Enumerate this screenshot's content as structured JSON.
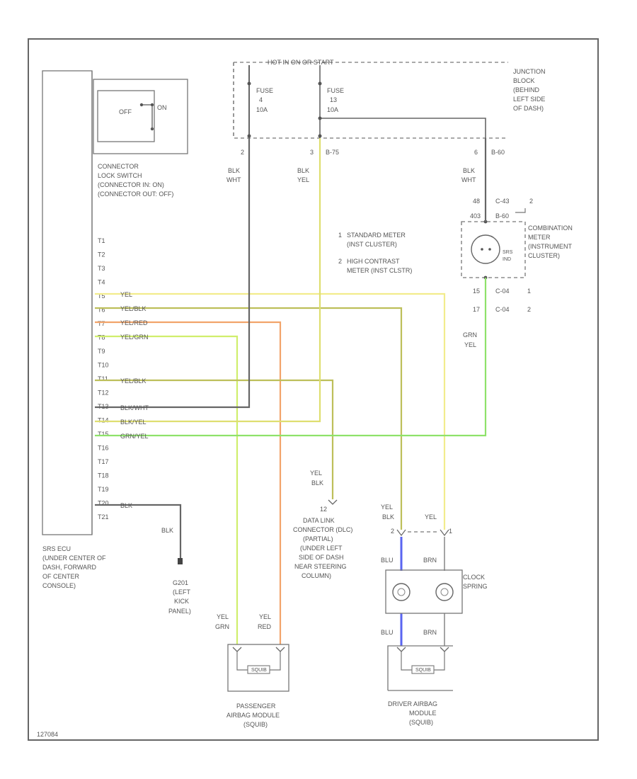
{
  "colors": {
    "yel": "#f2ec8c",
    "yel_blk": "#bdbf5a",
    "yel_red": "#f2a46a",
    "yel_grn": "#d0ee6c",
    "blk_yel": "#dede70",
    "grn_yel": "#8ee26a",
    "blu": "#5a64f0",
    "blk": "#666666"
  },
  "power_source_label": "HOT IN ON OR START",
  "junction_block_label": [
    "JUNCTION",
    "BLOCK",
    "(BEHIND",
    "LEFT SIDE",
    "OF DASH)"
  ],
  "fuse_left": [
    "FUSE",
    "4",
    "10A"
  ],
  "fuse_right": [
    "FUSE",
    "13",
    "10A"
  ],
  "lock_switch": {
    "off_label": "OFF",
    "on_label": "ON",
    "caption": [
      "CONNECTOR",
      "LOCK SWITCH",
      "(CONNECTOR IN: ON)",
      "(CONNECTOR OUT: OFF)"
    ]
  },
  "pins_top": {
    "p1": "2",
    "p2": "3",
    "p2_conn": "B-75",
    "p3": "6",
    "p3_conn": "B-60"
  },
  "wire_labels": {
    "left_a": "BLK",
    "left_b": "WHT",
    "mid_a": "BLK",
    "mid_b": "YEL",
    "right_a": "BLK",
    "right_b": "WHT",
    "grn_a": "GRN",
    "grn_b": "YEL",
    "dlc_a": "YEL",
    "dlc_b": "BLK",
    "ground_wire": "BLK"
  },
  "legend": {
    "l1_num": "1",
    "l1a": "STANDARD METER",
    "l1b": "(INST CLUSTER)",
    "l2_num": "2",
    "l2a": "HIGH CONTRAST",
    "l2b": "METER (INST CLSTR)"
  },
  "meter": {
    "pin_top1": "48",
    "conn_top1": "C-43",
    "ref_top1": "2",
    "pin_top2": "403",
    "conn_top2": "B-60",
    "lamp_line1": "SRS",
    "lamp_line2": "IND",
    "label": [
      "COMBINATION",
      "METER",
      "(INSTRUMENT",
      "CLUSTER)"
    ],
    "pin_bot1": "15",
    "conn_bot1": "C-04",
    "ref_bot1": "1",
    "pin_bot2": "17",
    "conn_bot2": "C-04",
    "ref_bot2": "2"
  },
  "ecu_pins": [
    "T1",
    "T2",
    "T3",
    "T4",
    "T5",
    "T6",
    "T7",
    "T8",
    "T9",
    "T10",
    "T11",
    "T12",
    "T13",
    "T14",
    "T15",
    "T16",
    "T17",
    "T18",
    "T19",
    "T20",
    "T21"
  ],
  "ecu_wire_labels": {
    "t5": "YEL",
    "t6": "YEL/BLK",
    "t7": "YEL/RED",
    "t8": "YEL/GRN",
    "t11": "YEL/BLK",
    "t13": "BLK/WHT",
    "t14": "BLK/YEL",
    "t15": "GRN/YEL",
    "t20": "BLK"
  },
  "ecu_caption": [
    "SRS ECU",
    "(UNDER CENTER OF",
    "DASH, FORWARD",
    "OF CENTER",
    "CONSOLE)"
  ],
  "ground_caption": [
    "G201",
    "(LEFT",
    "KICK",
    "PANEL)"
  ],
  "dlc": {
    "pin": "12",
    "caption": [
      "DATA LINK",
      "CONNECTOR (DLC)",
      "(PARTIAL)",
      "(UNDER LEFT",
      "SIDE OF DASH",
      "NEAR STEERING",
      "COLUMN)"
    ]
  },
  "clock_spring": {
    "pin_left": "2",
    "pin_right": "1",
    "label_above_left_a": "YEL",
    "label_above_left_b": "BLK",
    "label_above_right": "YEL",
    "in_left": "BLU",
    "in_right": "BRN",
    "out_left": "BLU",
    "out_right": "BRN",
    "caption": [
      "CLOCK",
      "SPRING"
    ]
  },
  "passenger_module": {
    "wire_left_a": "YEL",
    "wire_left_b": "GRN",
    "wire_right_a": "YEL",
    "wire_right_b": "RED",
    "squib_label": "SQUIB",
    "caption": [
      "PASSENGER",
      "AIRBAG MODULE",
      "(SQUIB)"
    ]
  },
  "driver_module": {
    "squib_label": "SQUIB",
    "caption": [
      "DRIVER AIRBAG",
      "MODULE",
      "(SQUIB)"
    ]
  },
  "figure_id": "127084"
}
